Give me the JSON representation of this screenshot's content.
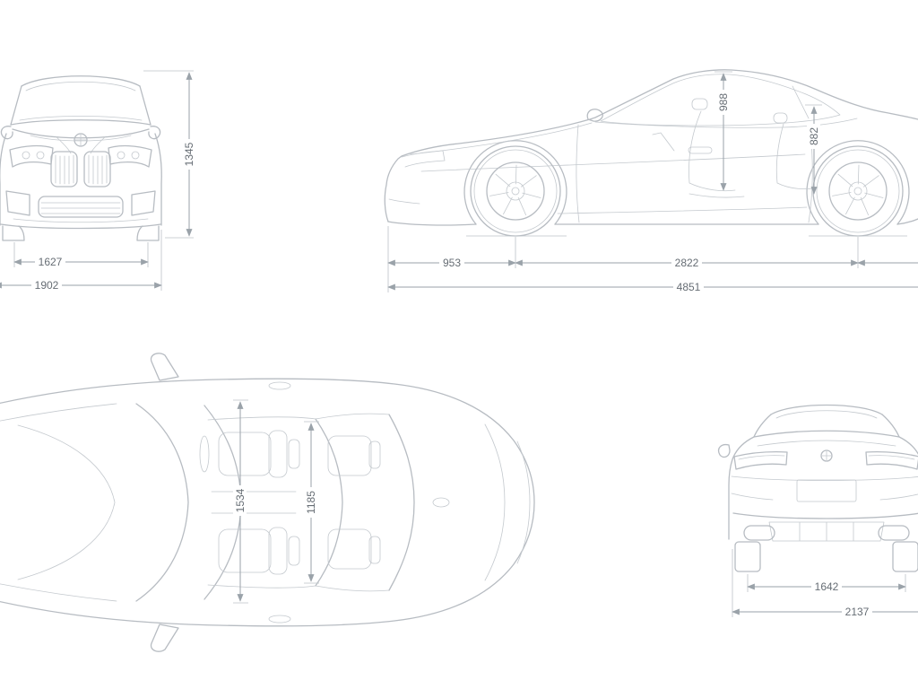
{
  "diagram": {
    "front_view": {
      "height": "1345",
      "track_width": "1627",
      "overall_width": "1902"
    },
    "side_view": {
      "front_headroom": "988",
      "rear_headroom": "882",
      "front_overhang": "953",
      "wheelbase": "2822",
      "overall_length": "4851"
    },
    "top_view": {
      "front_interior_width": "1534",
      "rear_interior_width": "1185"
    },
    "rear_view": {
      "rear_track": "1642",
      "overall_width_with_mirrors": "2137"
    }
  },
  "colors": {
    "background": "#ffffff",
    "car_line": "#b7bcc2",
    "dimension_line": "#9aa2a9",
    "dimension_text": "#666d74"
  }
}
